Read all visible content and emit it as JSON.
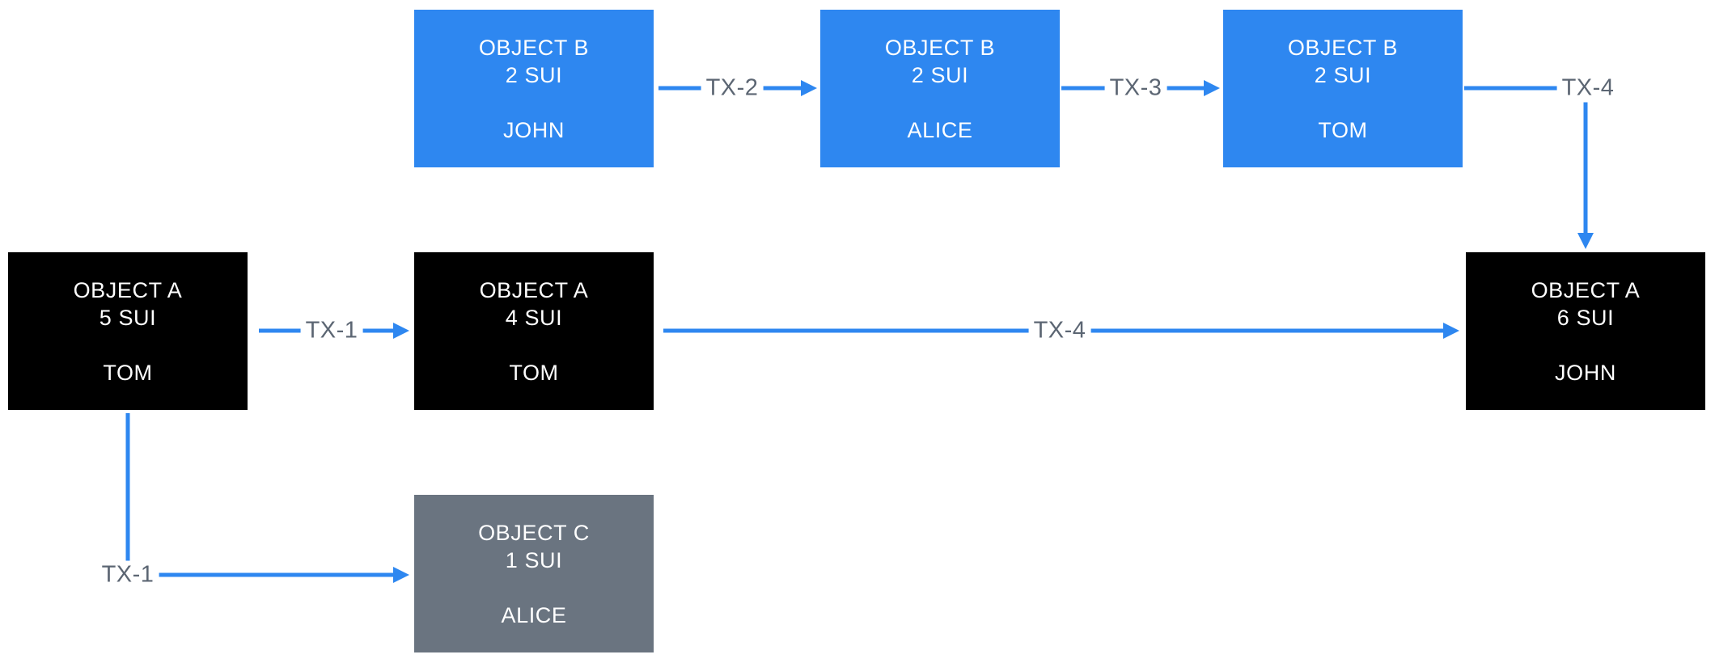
{
  "colors": {
    "object_shared_blue": "#2E87F0",
    "object_owned_black": "#000000",
    "object_new_gray": "#6A7480",
    "arrow": "#2E87F0",
    "edge_label_text": "#5C6673",
    "node_text": "#FFFFFF",
    "background": "#FFFFFF"
  },
  "nodes": [
    {
      "id": "object-b-john",
      "name": "OBJECT B",
      "amount": "2 SUI",
      "owner": "JOHN",
      "color": "blue"
    },
    {
      "id": "object-b-alice",
      "name": "OBJECT B",
      "amount": "2 SUI",
      "owner": "ALICE",
      "color": "blue"
    },
    {
      "id": "object-b-tom",
      "name": "OBJECT B",
      "amount": "2 SUI",
      "owner": "TOM",
      "color": "blue"
    },
    {
      "id": "object-a-5-tom",
      "name": "OBJECT A",
      "amount": "5 SUI",
      "owner": "TOM",
      "color": "black"
    },
    {
      "id": "object-a-4-tom",
      "name": "OBJECT A",
      "amount": "4 SUI",
      "owner": "TOM",
      "color": "black"
    },
    {
      "id": "object-a-6-john",
      "name": "OBJECT A",
      "amount": "6 SUI",
      "owner": "JOHN",
      "color": "black"
    },
    {
      "id": "object-c-alice",
      "name": "OBJECT C",
      "amount": "1 SUI",
      "owner": "ALICE",
      "color": "gray"
    }
  ],
  "edges": [
    {
      "label": "TX-1",
      "from": "object-a-5-tom",
      "to": "object-a-4-tom"
    },
    {
      "label": "TX-2",
      "from": "object-b-john",
      "to": "object-b-alice"
    },
    {
      "label": "TX-3",
      "from": "object-b-alice",
      "to": "object-b-tom"
    },
    {
      "label": "TX-4",
      "from": "object-b-tom",
      "to": "object-a-6-john"
    },
    {
      "label": "TX-4",
      "from": "object-a-4-tom",
      "to": "object-a-6-john"
    },
    {
      "label": "TX-1",
      "from": "object-a-5-tom",
      "to": "object-c-alice"
    }
  ]
}
